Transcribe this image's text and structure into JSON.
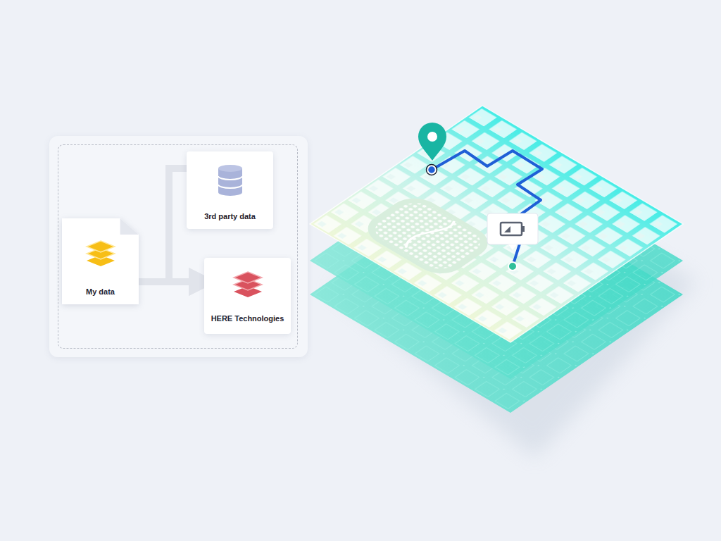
{
  "diagram": {
    "nodes": [
      {
        "text": [
          "3rd party data"
        ]
      },
      {
        "text": [
          "My data"
        ]
      },
      {
        "text": [
          "HERE Technologies"
        ]
      }
    ],
    "edges": [
      {
        "from": 0,
        "to": 2,
        "arrow": "to"
      },
      {
        "from": 1,
        "to": 2,
        "arrow": "to"
      }
    ]
  }
}
